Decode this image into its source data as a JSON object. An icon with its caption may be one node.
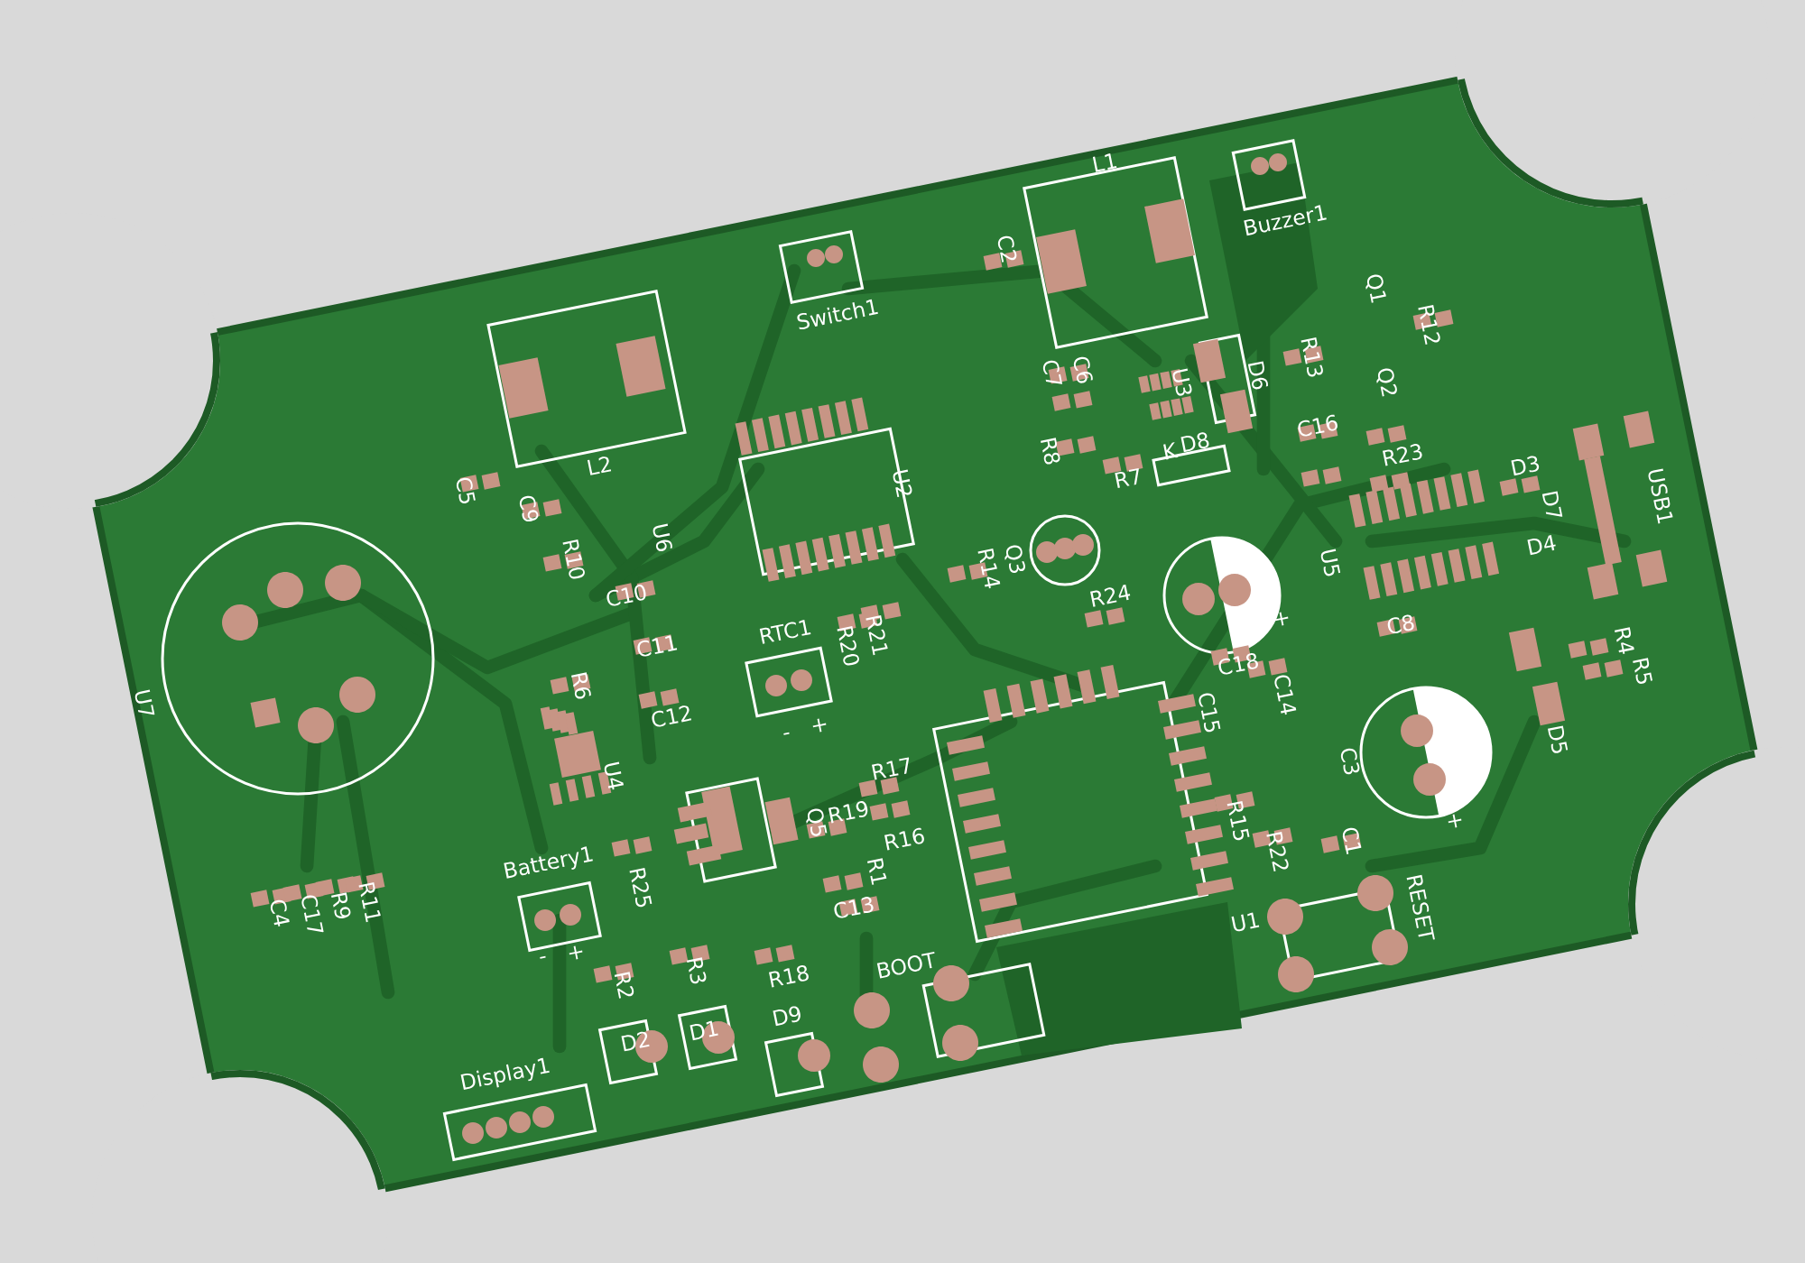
{
  "diagram": {
    "labels": [
      "L1",
      "Buzzer1",
      "Switch1",
      "C2",
      "Q1",
      "R12",
      "C7",
      "C6",
      "R13",
      "U3",
      "D6",
      "Q2",
      "L2",
      "C16",
      "K",
      "D8",
      "R8",
      "R7",
      "R23",
      "U2",
      "D3",
      "C5",
      "C9",
      "USB1",
      "D7",
      "U6",
      "R10",
      "D4",
      "R14",
      "Q3",
      "U5",
      "R24",
      "C10",
      "C8",
      "RTC1",
      "R20",
      "R21",
      "C11",
      "+",
      "R4",
      "R5",
      "C18",
      "C14",
      "R6",
      "U7",
      "C12",
      "C15",
      "-",
      "+",
      "C3",
      "D5",
      "U4",
      "R17",
      "R19",
      "Q5",
      "R15",
      "R16",
      "+",
      "R22",
      "C1",
      "R1",
      "Battery1",
      "R25",
      "RESET",
      "C4",
      "C17",
      "R9",
      "R11",
      "C13",
      "U1",
      "-",
      "+",
      "BOOT",
      "R18",
      "R2",
      "R3",
      "D9",
      "D2",
      "D1",
      "Display1"
    ]
  }
}
